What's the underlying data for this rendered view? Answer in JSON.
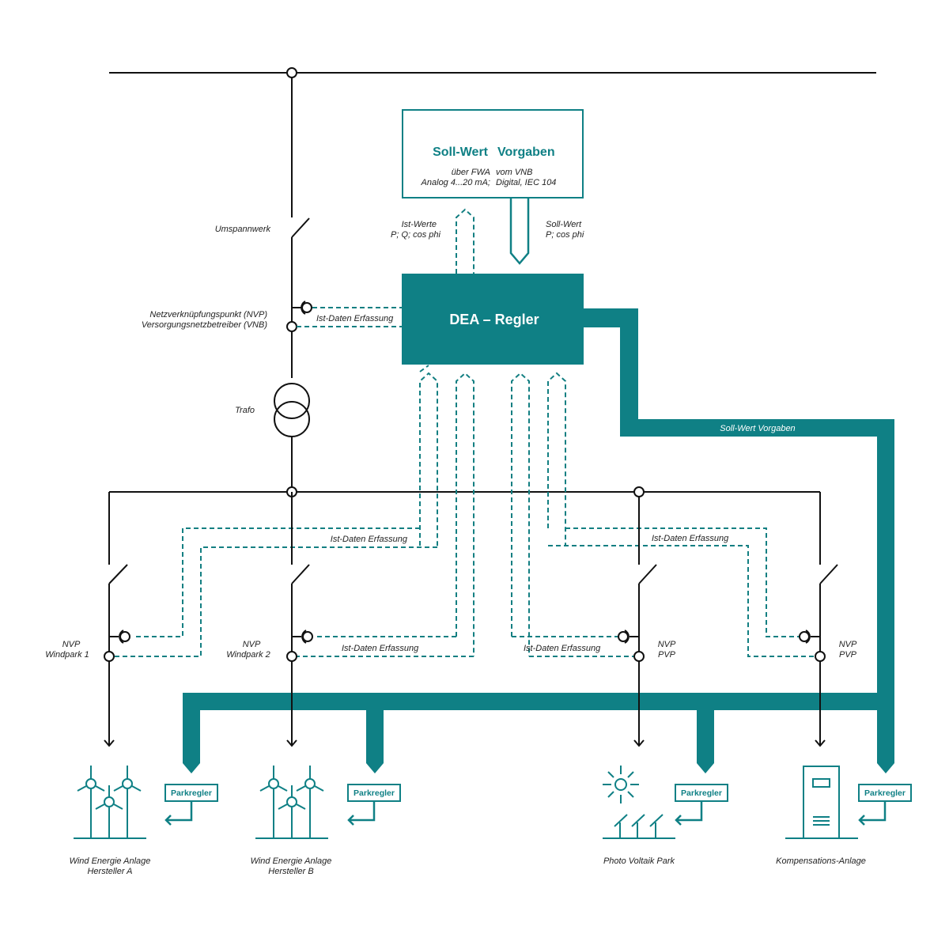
{
  "colors": {
    "accent": "#0f8085",
    "line": "#111111",
    "dashed": "#137f82"
  },
  "setpoint_box": {
    "title_left": "Soll-Wert",
    "title_right": "Vorgaben",
    "sub_left_1": "über FWA",
    "sub_left_2": "Analog 4...20 mA;",
    "sub_right_1": "vom VNB",
    "sub_right_2": "Digital, IEC 104"
  },
  "top_labels": {
    "ist_werte_1": "Ist-Werte",
    "ist_werte_2": "P; Q; cos phi",
    "soll_wert_1": "Soll-Wert",
    "soll_wert_2": "P; cos phi"
  },
  "controller": {
    "label": "DEA – Regler"
  },
  "grid_labels": {
    "umspannwerk": "Umspannwerk",
    "nvp_1": "Netzverknüpfungspunkt (NVP)",
    "nvp_2": "Versorgungsnetzbetreiber (VNB)",
    "trafo": "Trafo",
    "ist_daten": "Ist-Daten Erfassung"
  },
  "soll_bus_label": "Soll-Wert Vorgaben",
  "feeders": [
    {
      "nvp_1": "NVP",
      "nvp_2": "Windpark 1",
      "park_1": "Wind Energie Anlage",
      "park_2": "Hersteller A",
      "regler": "Parkregler"
    },
    {
      "nvp_1": "NVP",
      "nvp_2": "Windpark 2",
      "park_1": "Wind Energie Anlage",
      "park_2": "Hersteller B",
      "regler": "Parkregler"
    },
    {
      "nvp_1": "NVP",
      "nvp_2": "PVP",
      "park_1": "Photo Voltaik Park",
      "park_2": "",
      "regler": "Parkregler"
    },
    {
      "nvp_1": "NVP",
      "nvp_2": "PVP",
      "park_1": "Kompensations-Anlage",
      "park_2": "",
      "regler": "Parkregler"
    }
  ],
  "data_labels": {
    "left_upper": "Ist-Daten Erfassung",
    "left_lower": "Ist-Daten Erfassung",
    "right_upper": "Ist-Daten Erfassung",
    "right_lower": "Ist-Daten Erfassung"
  }
}
